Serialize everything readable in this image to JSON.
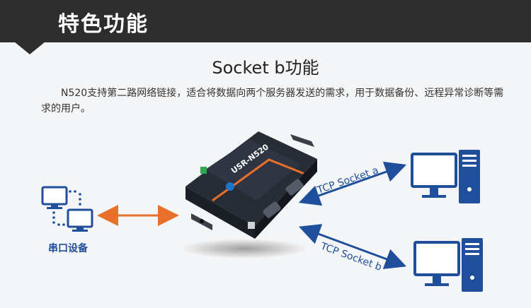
{
  "banner": {
    "title": "特色功能"
  },
  "section": {
    "title": "Socket b功能",
    "description": "N520支持第二路网络链接，适合将数据向两个服务器发送的需求，用于数据备份、远程异常诊断等需求的用户。"
  },
  "device": {
    "brand": "USR-N520"
  },
  "diagram": {
    "serial_label": "串口设备",
    "link_a_label": "TCP Socket a",
    "link_b_label": "TCP Socket b"
  },
  "colors": {
    "banner": "#2d2d2d",
    "accent_blue": "#1f4e9b",
    "arrow_orange": "#e8702a",
    "device": "#252a33"
  }
}
